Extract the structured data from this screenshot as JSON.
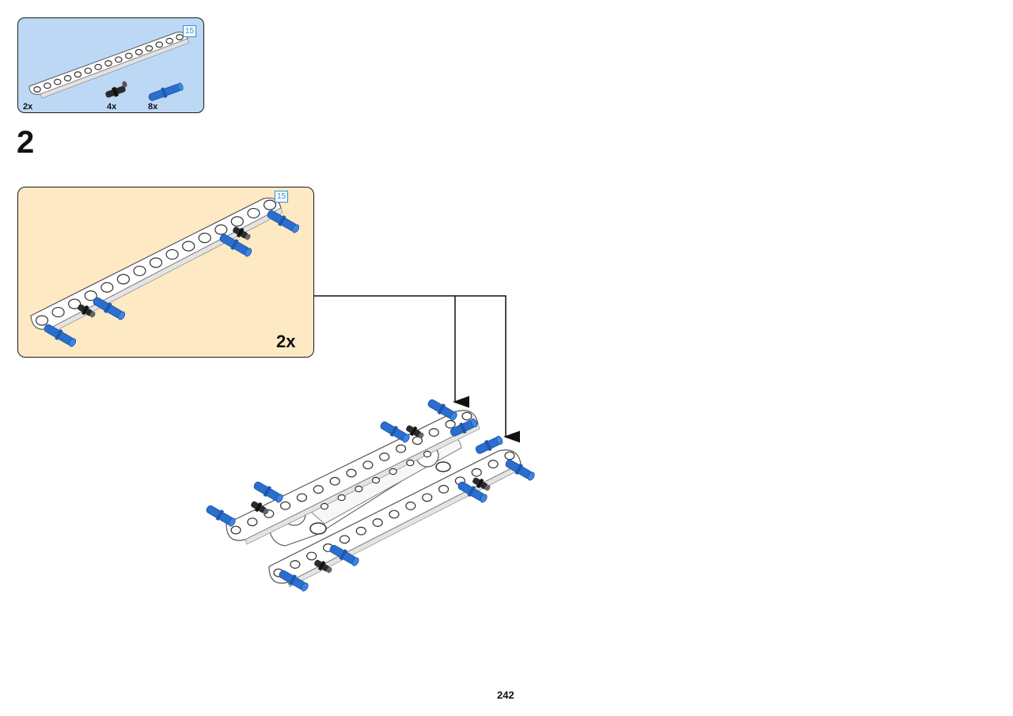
{
  "parts_list": {
    "beam_length": "15",
    "items": [
      {
        "name": "white-15-beam",
        "qty": "2x"
      },
      {
        "name": "black-friction-pin",
        "qty": "4x"
      },
      {
        "name": "blue-axle-pin",
        "qty": "8x"
      }
    ]
  },
  "step": {
    "number": "2"
  },
  "subassembly": {
    "beam_length": "15",
    "multiplier": "2x"
  },
  "page": {
    "number": "242"
  },
  "colors": {
    "parts_bg": "#bcd8f4",
    "subassembly_bg": "#fde9c4",
    "pin_blue": "#2a6fcf",
    "beam_white": "#ffffff"
  }
}
